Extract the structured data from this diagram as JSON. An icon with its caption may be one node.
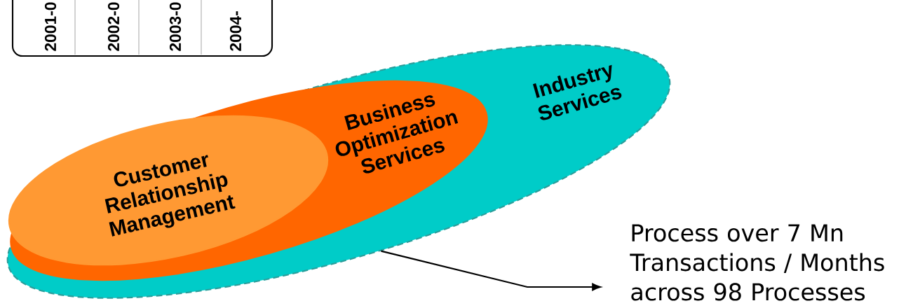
{
  "diagram": {
    "nodes": [
      {
        "text": [
          "Industry Services"
        ]
      },
      {
        "text": [
          "Business Optimization Services"
        ],
        "in": 0
      },
      {
        "text": [
          "Customer Relationship Management"
        ],
        "in": 1
      },
      {
        "text": [
          "Process over 7 Mn Transactions / Months across 98 Processes"
        ]
      }
    ],
    "edges": [
      {
        "from": 0,
        "to": 3,
        "arrow": "to"
      }
    ],
    "labels": [
      "2001-0",
      "2002-0",
      "2003-0",
      "2004-"
    ]
  }
}
